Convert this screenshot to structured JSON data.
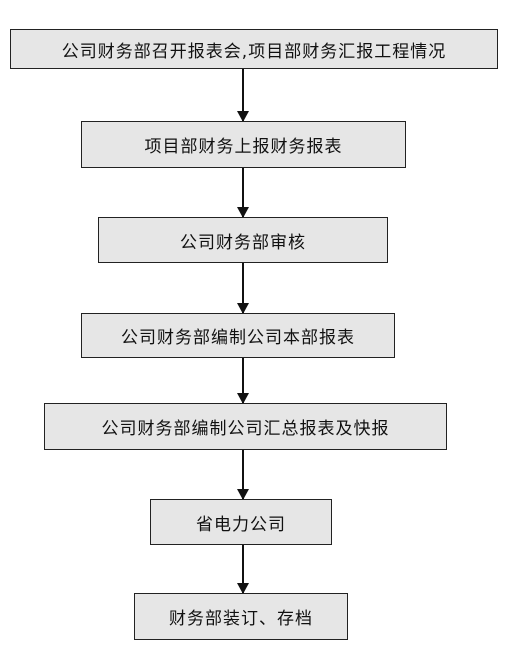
{
  "steps": [
    "公司财务部召开报表会,项目部财务汇报工程情况",
    "项目部财务上报财务报表",
    "公司财务部审核",
    "公司财务部编制公司本部报表",
    "公司财务部编制公司汇总报表及快报",
    "省电力公司",
    "财务部装订、存档"
  ]
}
